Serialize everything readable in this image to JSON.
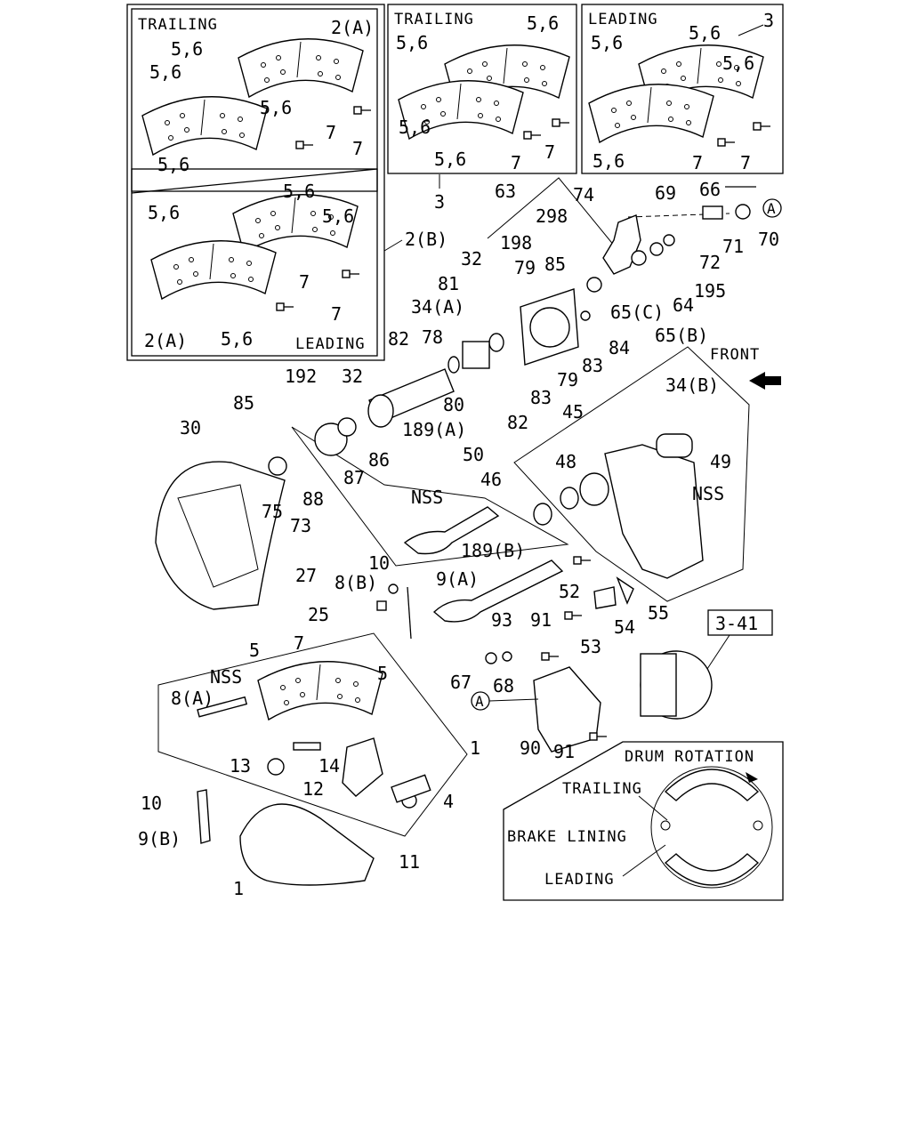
{
  "diagram": {
    "panels": {
      "trailing_a": {
        "caption": "TRAILING",
        "labels": [
          "5,6",
          "2(A)",
          "5,6",
          "5,6",
          "5,6",
          "7",
          "7"
        ]
      },
      "leading_a": {
        "caption": "LEADING",
        "labels": [
          "5,6",
          "5,6",
          "5,6",
          "7",
          "7",
          "2(A)",
          "5,6"
        ]
      },
      "group_2b": "2(B)",
      "trailing_b": {
        "caption": "TRAILING",
        "labels": [
          "5,6",
          "5,6",
          "5,6",
          "5,6",
          "7",
          "7"
        ]
      },
      "leading_b": {
        "caption": "LEADING",
        "labels": [
          "5,6",
          "5,6",
          "5,6",
          "5,6",
          "7",
          "7"
        ]
      },
      "group_3": "3"
    },
    "callouts": [
      "63",
      "74",
      "69",
      "66",
      "70",
      "298",
      "198",
      "71",
      "72",
      "195",
      "64",
      "65(C)",
      "65(B)",
      "32",
      "85",
      "79",
      "81",
      "34(A)",
      "84",
      "83",
      "82",
      "78",
      "80",
      "79",
      "83",
      "82",
      "32",
      "192",
      "189(A)",
      "34(B)",
      "45",
      "49",
      "48",
      "46",
      "50",
      "85",
      "30",
      "86",
      "87",
      "88",
      "75",
      "73",
      "27",
      "25",
      "10",
      "8(B)",
      "9(A)",
      "189(B)",
      "52",
      "55",
      "54",
      "53",
      "7",
      "5",
      "5",
      "8(A)",
      "13",
      "14",
      "12",
      "1",
      "4",
      "10",
      "9(B)",
      "11",
      "1",
      "93",
      "91",
      "67",
      "68",
      "90",
      "91"
    ],
    "nss_labels": [
      "NSS",
      "NSS",
      "NSS"
    ],
    "marker_a": "A",
    "front_label": "FRONT",
    "ref_box": "3-41",
    "drum_rotation": {
      "title": "DRUM ROTATION",
      "trailing": "TRAILING",
      "brake_lining": "BRAKE LINING",
      "leading": "LEADING"
    }
  }
}
